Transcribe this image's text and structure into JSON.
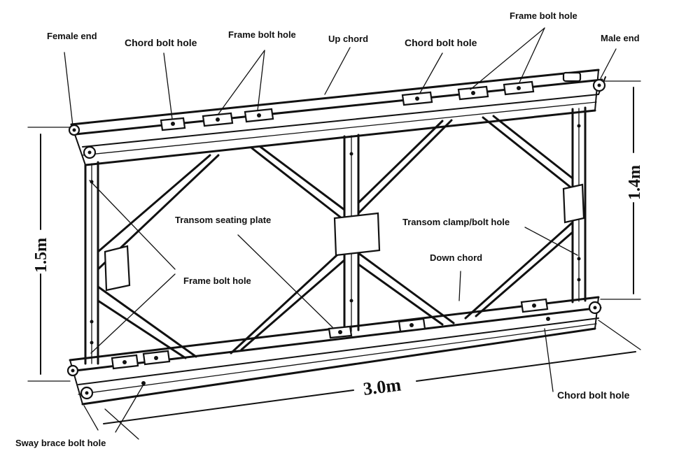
{
  "diagram": {
    "labels": {
      "female_end": "Female end",
      "chord_bolt_hole_left": "Chord bolt hole",
      "frame_bolt_hole_top_left": "Frame bolt hole",
      "up_chord": "Up chord",
      "chord_bolt_hole_top_right": "Chord bolt hole",
      "frame_bolt_hole_top_right": "Frame bolt hole",
      "male_end": "Male end",
      "transom_seating_plate": "Transom seating plate",
      "transom_clamp_bolt_hole": "Transom clamp/bolt hole",
      "down_chord": "Down chord",
      "frame_bolt_hole_lower": "Frame bolt hole",
      "chord_bolt_hole_bottom": "Chord bolt hole",
      "sway_brace_bolt_hole": "Sway brace bolt hole"
    },
    "dimensions": {
      "height_left": "1.5m",
      "height_right": "1.4m",
      "length": "3.0m"
    }
  }
}
